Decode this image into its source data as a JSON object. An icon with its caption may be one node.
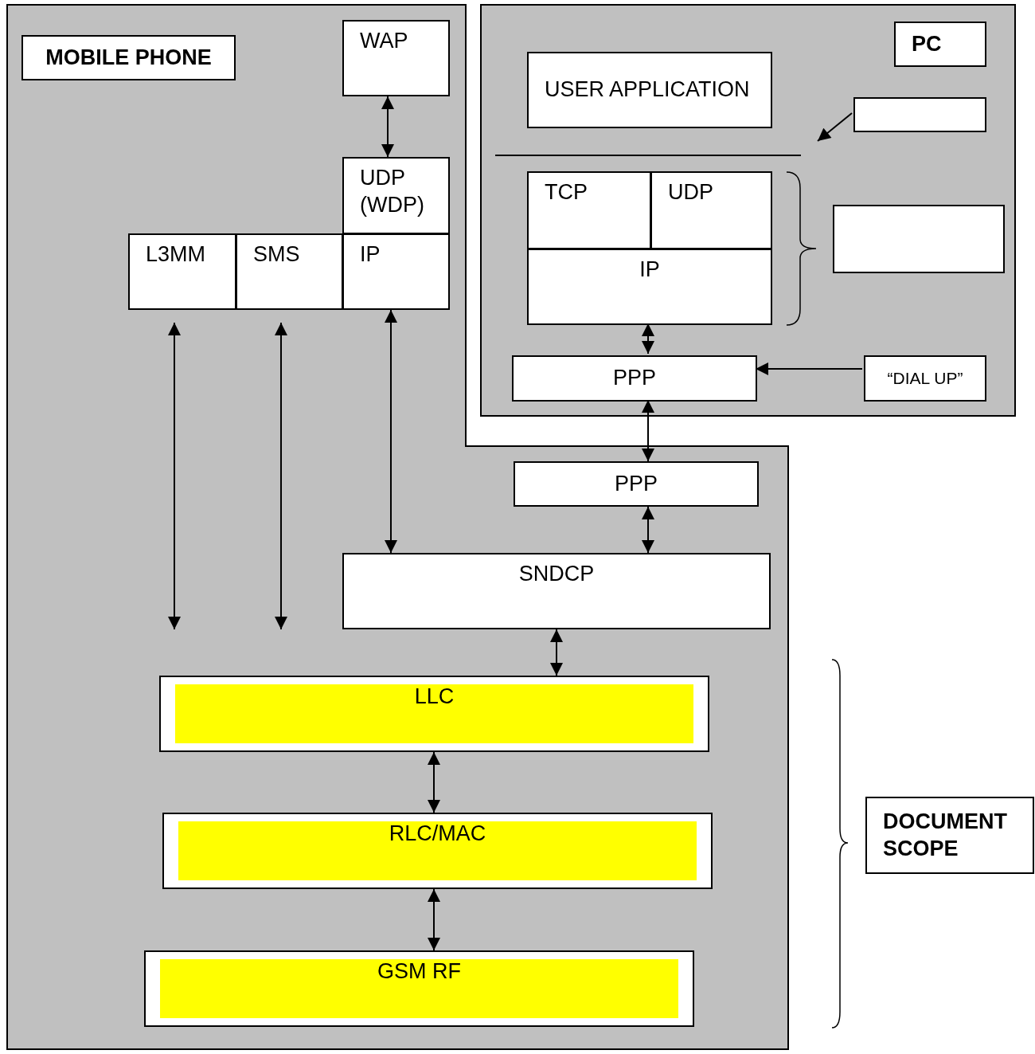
{
  "diagram": {
    "nodes": [
      {
        "text": [],
        "shape": "box"
      },
      {
        "text": [
          "MOBILE PHONE"
        ],
        "in": 0
      },
      {
        "text": [
          "WAP"
        ],
        "in": 0
      },
      {
        "text": [
          "UDP (WDP)"
        ],
        "in": 0
      },
      {
        "text": [
          "L3MM"
        ],
        "in": 0
      },
      {
        "text": [
          "SMS"
        ],
        "in": 0
      },
      {
        "text": [
          "IP"
        ],
        "in": 0
      },
      {
        "text": [],
        "shape": "box"
      },
      {
        "text": [
          "PC"
        ],
        "in": 7
      },
      {
        "text": [
          "USER APPLICATION"
        ],
        "in": 7
      },
      {
        "text": [],
        "shape": "box",
        "in": 7
      },
      {
        "text": [
          "TCP"
        ],
        "in": 7
      },
      {
        "text": [
          "UDP"
        ],
        "in": 7
      },
      {
        "text": [
          "IP"
        ],
        "in": 7
      },
      {
        "text": [],
        "shape": "box",
        "in": 7
      },
      {
        "text": [
          "PPP"
        ],
        "in": 7
      },
      {
        "text": [
          "“DIAL UP”"
        ],
        "in": 7
      },
      {
        "text": [
          "PPP"
        ],
        "in": 0
      },
      {
        "text": [
          "SNDCP"
        ],
        "in": 0
      },
      {
        "text": [
          "LLC"
        ],
        "in": 0
      },
      {
        "text": [
          "RLC/MAC"
        ],
        "in": 0
      },
      {
        "text": [
          "GSM RF"
        ],
        "in": 0
      },
      {
        "text": [
          "DOCUMENT SCOPE"
        ]
      }
    ],
    "edges": [
      {
        "from": 2,
        "to": 3,
        "arrow": "both"
      },
      {
        "from": 4,
        "to": null,
        "arrow": "both"
      },
      {
        "from": 5,
        "to": null,
        "arrow": "both"
      },
      {
        "from": 6,
        "to": 18,
        "arrow": "both"
      },
      {
        "from": 10,
        "to": null,
        "arrow": "to"
      },
      {
        "from": 13,
        "to": 15,
        "arrow": "both"
      },
      {
        "from": 16,
        "to": 15,
        "arrow": "to"
      },
      {
        "from": 15,
        "to": 17,
        "arrow": "both"
      },
      {
        "from": 17,
        "to": 18,
        "arrow": "both"
      },
      {
        "from": 18,
        "to": 19,
        "arrow": "both"
      },
      {
        "from": 19,
        "to": 20,
        "arrow": "both"
      },
      {
        "from": 20,
        "to": 21,
        "arrow": "both"
      }
    ]
  }
}
